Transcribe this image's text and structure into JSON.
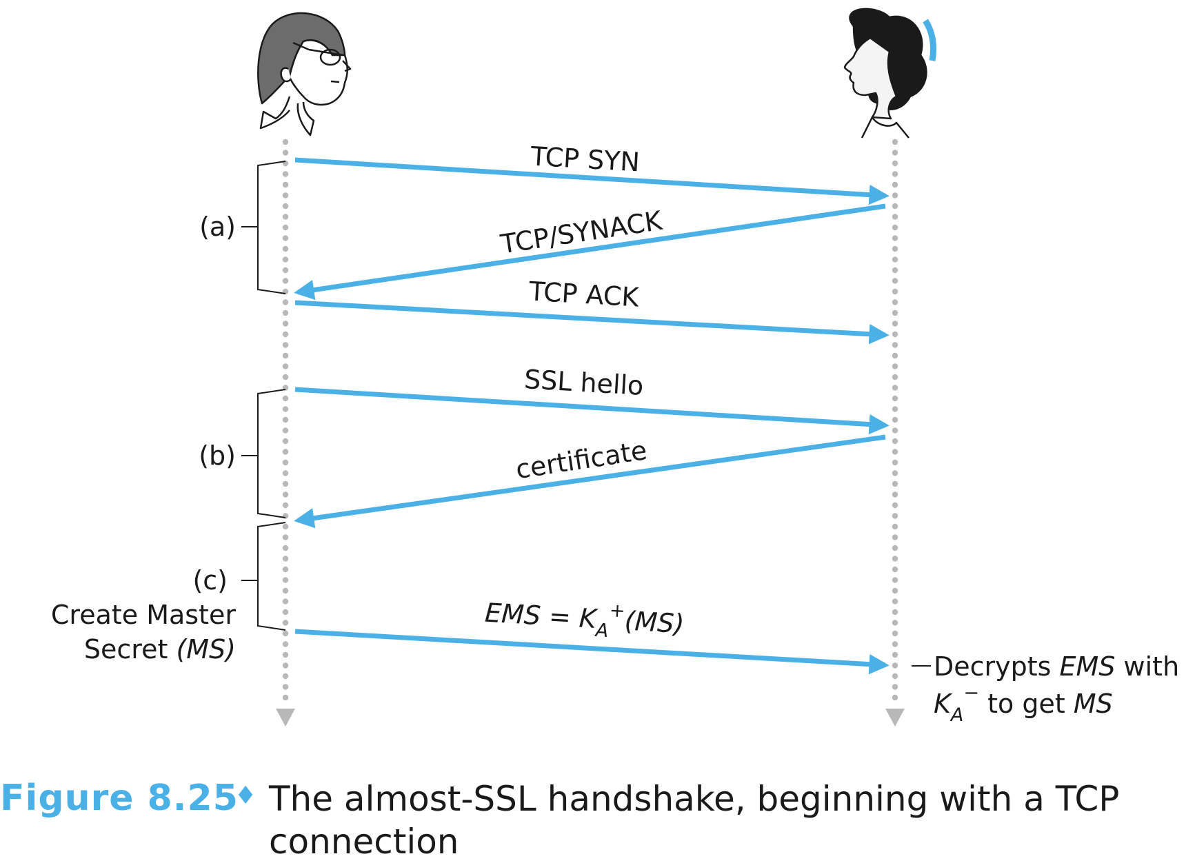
{
  "messages": [
    {
      "label": "TCP SYN"
    },
    {
      "label": "TCP/SYNACK"
    },
    {
      "label": "TCP ACK"
    },
    {
      "label": "SSL hello"
    },
    {
      "label": "certificate"
    },
    {
      "label_ems": "EMS",
      "label_eq": " = K",
      "label_sub": "A",
      "label_sup": "+",
      "label_ms": "(MS)"
    }
  ],
  "phases": {
    "a": "(a)",
    "b": "(b)",
    "c": "(c)"
  },
  "client_note": {
    "line1": "Create Master",
    "line2_plain": "Secret ",
    "line2_italic": "(MS)"
  },
  "server_note": {
    "line1_plain": "Decrypts ",
    "line1_italic": "EMS",
    "line1_tail": " with",
    "k": "K",
    "k_sub": "A",
    "k_sup": "−",
    "line2_tail": " to get ",
    "line2_italic": "MS"
  },
  "caption": {
    "number": "Figure 8.25",
    "separator": "♦",
    "text": "The almost-SSL handshake, beginning with a TCP connection"
  },
  "colors": {
    "arrow": "#4ab0e6",
    "timeline": "#b8b8b8",
    "caption_accent": "#4ab0e6"
  }
}
